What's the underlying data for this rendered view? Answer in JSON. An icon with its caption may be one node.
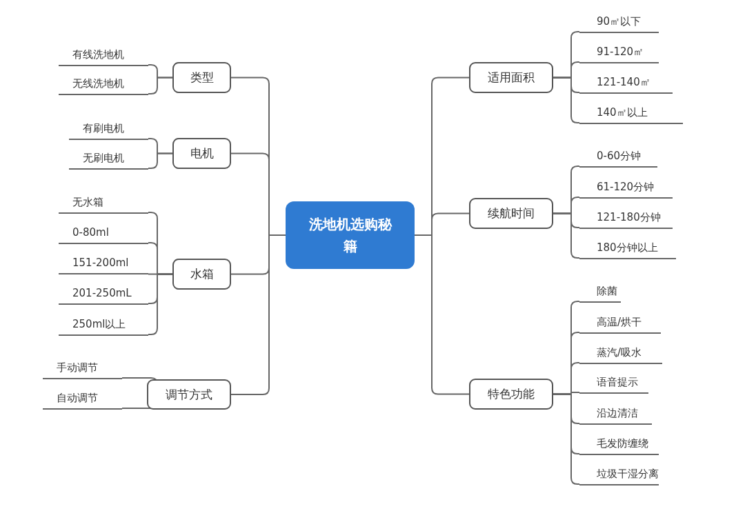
{
  "diagram": {
    "nodes": [
      {
        "text": [
          "洗地机选购秘籍"
        ]
      },
      {
        "text": [
          "类型"
        ]
      },
      {
        "text": [
          "有线洗地机"
        ]
      },
      {
        "text": [
          "无线洗地机"
        ]
      },
      {
        "text": [
          "电机"
        ]
      },
      {
        "text": [
          "有刷电机"
        ]
      },
      {
        "text": [
          "无刷电机"
        ]
      },
      {
        "text": [
          "水箱"
        ]
      },
      {
        "text": [
          "无水箱"
        ]
      },
      {
        "text": [
          "0-80ml"
        ]
      },
      {
        "text": [
          "151-200ml"
        ]
      },
      {
        "text": [
          "201-250mL"
        ]
      },
      {
        "text": [
          "250ml以上"
        ]
      },
      {
        "text": [
          "调节方式"
        ]
      },
      {
        "text": [
          "手动调节"
        ]
      },
      {
        "text": [
          "自动调节"
        ]
      },
      {
        "text": [
          "适用面积"
        ]
      },
      {
        "text": [
          "90㎡以下"
        ]
      },
      {
        "text": [
          "91-120㎡"
        ]
      },
      {
        "text": [
          "121-140㎡"
        ]
      },
      {
        "text": [
          "140㎡以上"
        ]
      },
      {
        "text": [
          "续航时间"
        ]
      },
      {
        "text": [
          "0-60分钟"
        ]
      },
      {
        "text": [
          "61-120分钟"
        ]
      },
      {
        "text": [
          "121-180分钟"
        ]
      },
      {
        "text": [
          "180分钟以上"
        ]
      },
      {
        "text": [
          "特色功能"
        ]
      },
      {
        "text": [
          "除菌"
        ]
      },
      {
        "text": [
          "高温/烘干"
        ]
      },
      {
        "text": [
          "蒸汽/吸水"
        ]
      },
      {
        "text": [
          "语音提示"
        ]
      },
      {
        "text": [
          "沿边清洁"
        ]
      },
      {
        "text": [
          "毛发防缠绕"
        ]
      },
      {
        "text": [
          "垃圾干湿分离"
        ]
      }
    ],
    "edges": [
      {
        "from": 0,
        "to": 1,
        "arrow": "none"
      },
      {
        "from": 1,
        "to": 2,
        "arrow": "none"
      },
      {
        "from": 1,
        "to": 3,
        "arrow": "none"
      },
      {
        "from": 0,
        "to": 4,
        "arrow": "none"
      },
      {
        "from": 4,
        "to": 5,
        "arrow": "none"
      },
      {
        "from": 4,
        "to": 6,
        "arrow": "none"
      },
      {
        "from": 0,
        "to": 7,
        "arrow": "none"
      },
      {
        "from": 7,
        "to": 8,
        "arrow": "none"
      },
      {
        "from": 7,
        "to": 9,
        "arrow": "none"
      },
      {
        "from": 7,
        "to": 10,
        "arrow": "none"
      },
      {
        "from": 7,
        "to": 11,
        "arrow": "none"
      },
      {
        "from": 7,
        "to": 12,
        "arrow": "none"
      },
      {
        "from": 0,
        "to": 13,
        "arrow": "none"
      },
      {
        "from": 13,
        "to": 14,
        "arrow": "none"
      },
      {
        "from": 13,
        "to": 15,
        "arrow": "none"
      },
      {
        "from": 0,
        "to": 16,
        "arrow": "none"
      },
      {
        "from": 16,
        "to": 17,
        "arrow": "none"
      },
      {
        "from": 16,
        "to": 18,
        "arrow": "none"
      },
      {
        "from": 16,
        "to": 19,
        "arrow": "none"
      },
      {
        "from": 16,
        "to": 20,
        "arrow": "none"
      },
      {
        "from": 0,
        "to": 21,
        "arrow": "none"
      },
      {
        "from": 21,
        "to": 22,
        "arrow": "none"
      },
      {
        "from": 21,
        "to": 23,
        "arrow": "none"
      },
      {
        "from": 21,
        "to": 24,
        "arrow": "none"
      },
      {
        "from": 21,
        "to": 25,
        "arrow": "none"
      },
      {
        "from": 0,
        "to": 26,
        "arrow": "none"
      },
      {
        "from": 26,
        "to": 27,
        "arrow": "none"
      },
      {
        "from": 26,
        "to": 28,
        "arrow": "none"
      },
      {
        "from": 26,
        "to": 29,
        "arrow": "none"
      },
      {
        "from": 26,
        "to": 30,
        "arrow": "none"
      },
      {
        "from": 26,
        "to": 31,
        "arrow": "none"
      },
      {
        "from": 26,
        "to": 32,
        "arrow": "none"
      },
      {
        "from": 26,
        "to": 33,
        "arrow": "none"
      }
    ]
  }
}
